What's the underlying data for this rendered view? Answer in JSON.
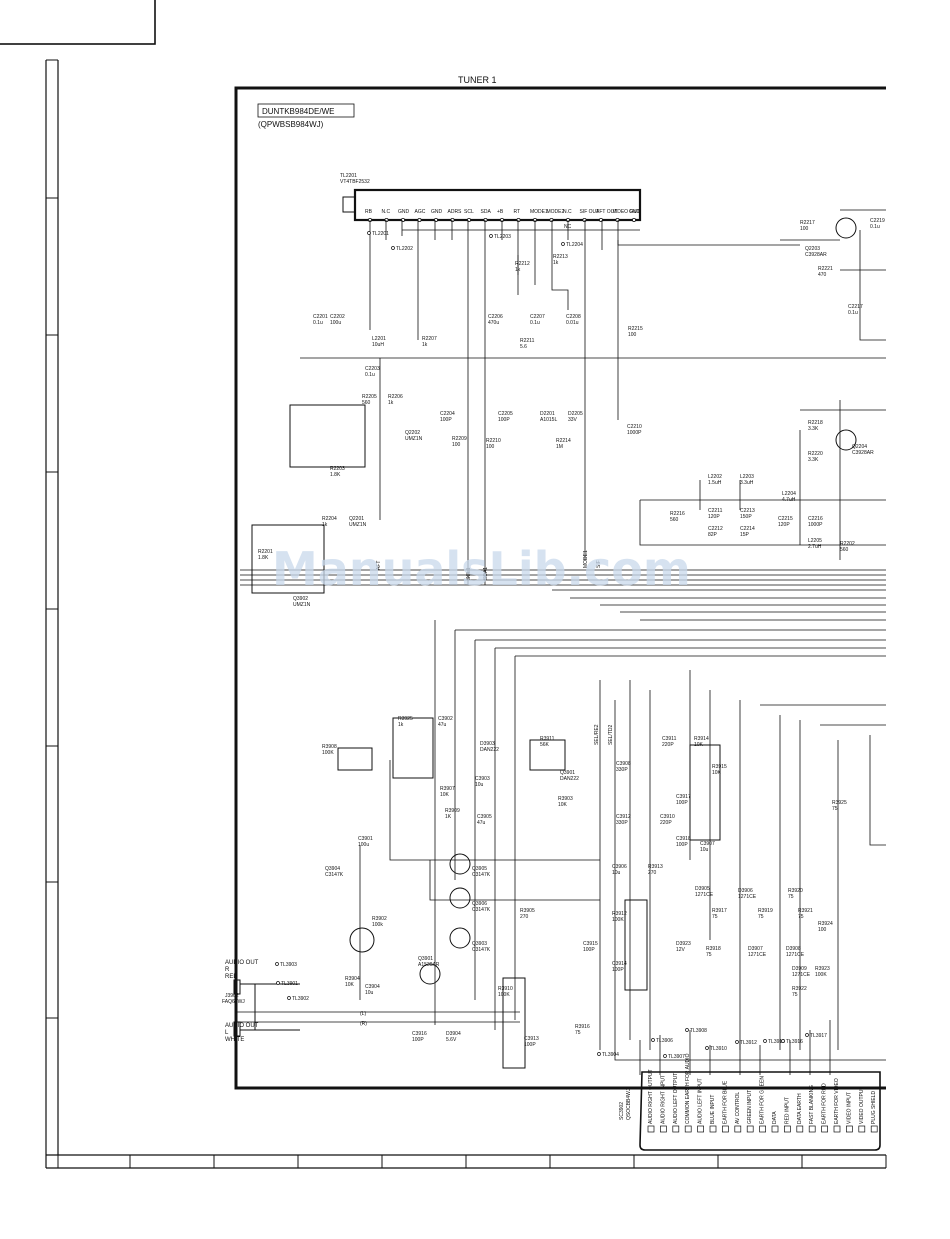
{
  "diagram": {
    "title": "TUNER 1",
    "model_box": "DUNTKB984DE/WE",
    "model_sub": "(QPWBSB984WJ)",
    "tuner_ref": "TL2201",
    "tuner_part": "VT4TBF2532",
    "watermark": "ManualsLib.com",
    "tuner_pins": [
      "RB",
      "N.C",
      "GND",
      "AGC",
      "GND",
      "ADRS",
      "SCL",
      "SDA",
      "+B",
      "RT",
      "MODE1",
      "MODE2",
      "N.C",
      "SIF OUT",
      "AFT OUT",
      "VIDEO OUT",
      "GND"
    ],
    "pin_nc": "NC",
    "testpoints": [
      "TL2201",
      "TL2202",
      "TL2203",
      "TL2204",
      "TL3901",
      "TL3902",
      "TL3903",
      "TL3906",
      "TL3907",
      "TL3908",
      "TL3910",
      "TL3912",
      "TL3914",
      "TL3916",
      "TL3917",
      "TL3904"
    ],
    "components": [
      {
        "ref": "R2217",
        "val": "100"
      },
      {
        "ref": "C2219",
        "val": "0.1u"
      },
      {
        "ref": "Q2203",
        "val": "C3928AR"
      },
      {
        "ref": "R2221",
        "val": "470"
      },
      {
        "ref": "C2217",
        "val": "0.1u"
      },
      {
        "ref": "R2212",
        "val": "1k"
      },
      {
        "ref": "R2213",
        "val": "1k"
      },
      {
        "ref": "C2201",
        "val": "0.1u"
      },
      {
        "ref": "C2202",
        "val": "100u"
      },
      {
        "ref": "L2201",
        "val": "10uH"
      },
      {
        "ref": "R2207",
        "val": "1k"
      },
      {
        "ref": "C2206",
        "val": "470u"
      },
      {
        "ref": "C2207",
        "val": "0.1u"
      },
      {
        "ref": "C2208",
        "val": "0.01u"
      },
      {
        "ref": "R2211",
        "val": "5.6"
      },
      {
        "ref": "R2215",
        "val": "100"
      },
      {
        "ref": "C2203",
        "val": "0.1u"
      },
      {
        "ref": "R2205",
        "val": "560"
      },
      {
        "ref": "R2206",
        "val": "1k"
      },
      {
        "ref": "Q2202",
        "val": "UMZ1N"
      },
      {
        "ref": "R2203",
        "val": "1.8K"
      },
      {
        "ref": "C2204",
        "val": "100P"
      },
      {
        "ref": "C2205",
        "val": "100P"
      },
      {
        "ref": "D2201",
        "val": "A1015L"
      },
      {
        "ref": "D2205",
        "val": "33V"
      },
      {
        "ref": "R2209",
        "val": "100"
      },
      {
        "ref": "R2210",
        "val": "100"
      },
      {
        "ref": "R2214",
        "val": "1M"
      },
      {
        "ref": "C2210",
        "val": "1000P"
      },
      {
        "ref": "R2218",
        "val": "3.3K"
      },
      {
        "ref": "R2220",
        "val": "3.3K"
      },
      {
        "ref": "Q2204",
        "val": "C3928AR"
      },
      {
        "ref": "L2203",
        "val": "3.3uH"
      },
      {
        "ref": "L2202",
        "val": "1.5uH"
      },
      {
        "ref": "L2204",
        "val": "4.7uH"
      },
      {
        "ref": "R2216",
        "val": "560"
      },
      {
        "ref": "C2211",
        "val": "120P"
      },
      {
        "ref": "C2212",
        "val": "82P"
      },
      {
        "ref": "C2213",
        "val": "150P"
      },
      {
        "ref": "C2214",
        "val": "15P"
      },
      {
        "ref": "C2215",
        "val": "120P"
      },
      {
        "ref": "C2216",
        "val": "1000P"
      },
      {
        "ref": "L2205",
        "val": "2.7uH"
      },
      {
        "ref": "R2202",
        "val": "560"
      },
      {
        "ref": "R2204",
        "val": "1k"
      },
      {
        "ref": "Q2201",
        "val": "UMZ1N"
      },
      {
        "ref": "R2201",
        "val": "1.8K"
      },
      {
        "ref": "Q3902",
        "val": "UMZ1N"
      },
      {
        "ref": "R3925",
        "val": "1k"
      },
      {
        "ref": "C3902",
        "val": "47u"
      },
      {
        "ref": "D3903",
        "val": "DAN222"
      },
      {
        "ref": "R3911",
        "val": "56K"
      },
      {
        "ref": "Q3901",
        "val": "DAN222"
      },
      {
        "ref": "R3908",
        "val": "100K"
      },
      {
        "ref": "R3907",
        "val": "10K"
      },
      {
        "ref": "R3909",
        "val": "1K"
      },
      {
        "ref": "C3903",
        "val": "10u"
      },
      {
        "ref": "C3905",
        "val": "47u"
      },
      {
        "ref": "R3903",
        "val": "10K"
      },
      {
        "ref": "C3901",
        "val": "100u"
      },
      {
        "ref": "Q3904",
        "val": "C3147K"
      },
      {
        "ref": "Q3905",
        "val": "C3147K"
      },
      {
        "ref": "Q3906",
        "val": "C3147K"
      },
      {
        "ref": "Q3903",
        "val": "C3147K"
      },
      {
        "ref": "Q3901",
        "val": "A1530AR"
      },
      {
        "ref": "R3902",
        "val": "100k"
      },
      {
        "ref": "R3904",
        "val": "10K"
      },
      {
        "ref": "C3904",
        "val": "10u"
      },
      {
        "ref": "R3905",
        "val": "270"
      },
      {
        "ref": "R3910",
        "val": "100K"
      },
      {
        "ref": "C3913",
        "val": "100P"
      },
      {
        "ref": "C3916",
        "val": "100P"
      },
      {
        "ref": "D3904",
        "val": "5.6V"
      },
      {
        "ref": "C3908",
        "val": "330P"
      },
      {
        "ref": "C3912",
        "val": "330P"
      },
      {
        "ref": "C3910",
        "val": "220P"
      },
      {
        "ref": "C3911",
        "val": "220P"
      },
      {
        "ref": "R3914",
        "val": "10K"
      },
      {
        "ref": "R3915",
        "val": "10K"
      },
      {
        "ref": "C3917",
        "val": "100P"
      },
      {
        "ref": "C3918",
        "val": "100P"
      },
      {
        "ref": "C3907",
        "val": "10u"
      },
      {
        "ref": "C3906",
        "val": "10u"
      },
      {
        "ref": "R3913",
        "val": "270"
      },
      {
        "ref": "R3912",
        "val": "100K"
      },
      {
        "ref": "C3914",
        "val": "100P"
      },
      {
        "ref": "C3915",
        "val": "100P"
      },
      {
        "ref": "D3923",
        "val": "12V"
      },
      {
        "ref": "R3916",
        "val": "75"
      },
      {
        "ref": "D3905",
        "val": "1271CE"
      },
      {
        "ref": "R3917",
        "val": "75"
      },
      {
        "ref": "R3918",
        "val": "75"
      },
      {
        "ref": "D3906",
        "val": "1271CE"
      },
      {
        "ref": "R3919",
        "val": "75"
      },
      {
        "ref": "D3907",
        "val": "1271CE"
      },
      {
        "ref": "R3920",
        "val": "75"
      },
      {
        "ref": "R3921",
        "val": "75"
      },
      {
        "ref": "D3908",
        "val": "1271CE"
      },
      {
        "ref": "D3909",
        "val": "1271CE"
      },
      {
        "ref": "R3922",
        "val": "75"
      },
      {
        "ref": "R3923",
        "val": "100K"
      },
      {
        "ref": "R3924",
        "val": "100"
      },
      {
        "ref": "R3925",
        "val": "75"
      }
    ],
    "nets": [
      "SCL1",
      "SDA1",
      "AFT",
      "MODE1",
      "SIF",
      "SEL/RE2",
      "SEL/TD2"
    ],
    "audio_out_r": [
      "AUDIO OUT",
      "R",
      "RED"
    ],
    "audio_jack": [
      "J3902",
      "FAQ61WJ"
    ],
    "audio_out_l": [
      "AUDIO OUT",
      "L",
      "WHITE"
    ],
    "signal_marks": [
      "(L)",
      "(R)"
    ],
    "scart_ref": [
      "SC3902",
      "QSOCBB4WJ"
    ],
    "scart_pins": [
      "AUDIO RIGHT OUTPUT",
      "AUDIO RIGHT INPUT",
      "AUDIO LEFT OUTPUT",
      "COMMON EARTH FOR AUDIO",
      "AUDIO LEFT INPUT",
      "BLUE INPUT",
      "EARTH FOR BLUE",
      "AV CONTROL",
      "GREEN INPUT",
      "EARTH FOR GREEN",
      "DATA",
      "RED INPUT",
      "DATA EARTH",
      "FAST BLANKING",
      "EARTH FOR RED",
      "EARTH FOR VIDEO",
      "VIDEO INPUT",
      "VIDEO OUTPUT",
      "PLUG SHIELD"
    ]
  }
}
